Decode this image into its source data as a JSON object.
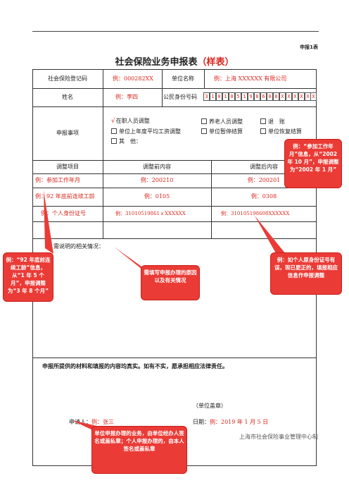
{
  "attachment_label": "申报1表",
  "title": {
    "main": "社会保险业务申报表",
    "suffix": "（样表）"
  },
  "rows": {
    "reg_no_label": "社会保险登记码",
    "reg_no_value": "例：000282XX",
    "unit_name_label": "单位名称",
    "unit_name_value": "例：上海 XXXXXX 有限公司",
    "name_label": "姓名",
    "name_value": "例：李四",
    "id_label": "公民身份号码",
    "id_digits": [
      "3",
      "1",
      "0",
      "1",
      "0",
      "5",
      "1",
      "9",
      "8",
      "6",
      "0",
      "8",
      "X",
      "X",
      "X",
      "X",
      "X",
      "X"
    ],
    "report_items_label": "申报事项",
    "report_options": [
      {
        "label": "在职人员调整",
        "checked": true
      },
      {
        "label": "养老人员调整",
        "checked": false
      },
      {
        "label": "退　账",
        "checked": false
      },
      {
        "label": "单位上年度平均工资调整",
        "checked": false
      },
      {
        "label": "单位暂停结算",
        "checked": false
      },
      {
        "label": "单位恢复结算",
        "checked": false
      },
      {
        "label": "其　他：",
        "checked": false
      }
    ]
  },
  "adjust_table": {
    "headers": [
      "调整项目",
      "调整前内容",
      "调整后内容"
    ],
    "rows": [
      [
        "例：参加工作年月",
        "例：200210",
        "例：200201"
      ],
      [
        "例：92 年底前连续工龄",
        "例：0105",
        "例：0308"
      ],
      [
        "例：个人身份证号",
        "例：31010519861ｘXXXXXX",
        "例：310105198608XXXXXX"
      ]
    ]
  },
  "explanation_label": "需说明的相关情况：",
  "declaration": "申报所提供的材料和填报的内容均真实。如有不实，愿承担相应法律责任。",
  "stamp_label": "（单位盖章）",
  "applicant_label": "申请人：",
  "applicant_value": "例：张三",
  "date_label": "日期：",
  "date_value": "例：2019 年 1 月 5 日",
  "issuer": "上海市社会保险事业管理中心制",
  "callouts": {
    "work_date": "例：“参加工作年月”信息，从“2002 年 10 月”，申报调整为“2002 年 1 月”",
    "seniority": "例：“92 年底前连续工龄”信息，从“1 年 5 个月”，申报调整为“3 年 8 个月”",
    "id_number": "例：如个人原身份证号有误，现已更正的，填报相应信息作申报调整",
    "reason": "需填写申报办理的原因以及有关情况",
    "signature": "单位申报办理的业务，由单位经办人签名或盖私章；个人申报办理的，由本人签名或盖私章"
  },
  "colors": {
    "accent_red": "#d9261c",
    "callout_fill": "#ea3b36"
  }
}
